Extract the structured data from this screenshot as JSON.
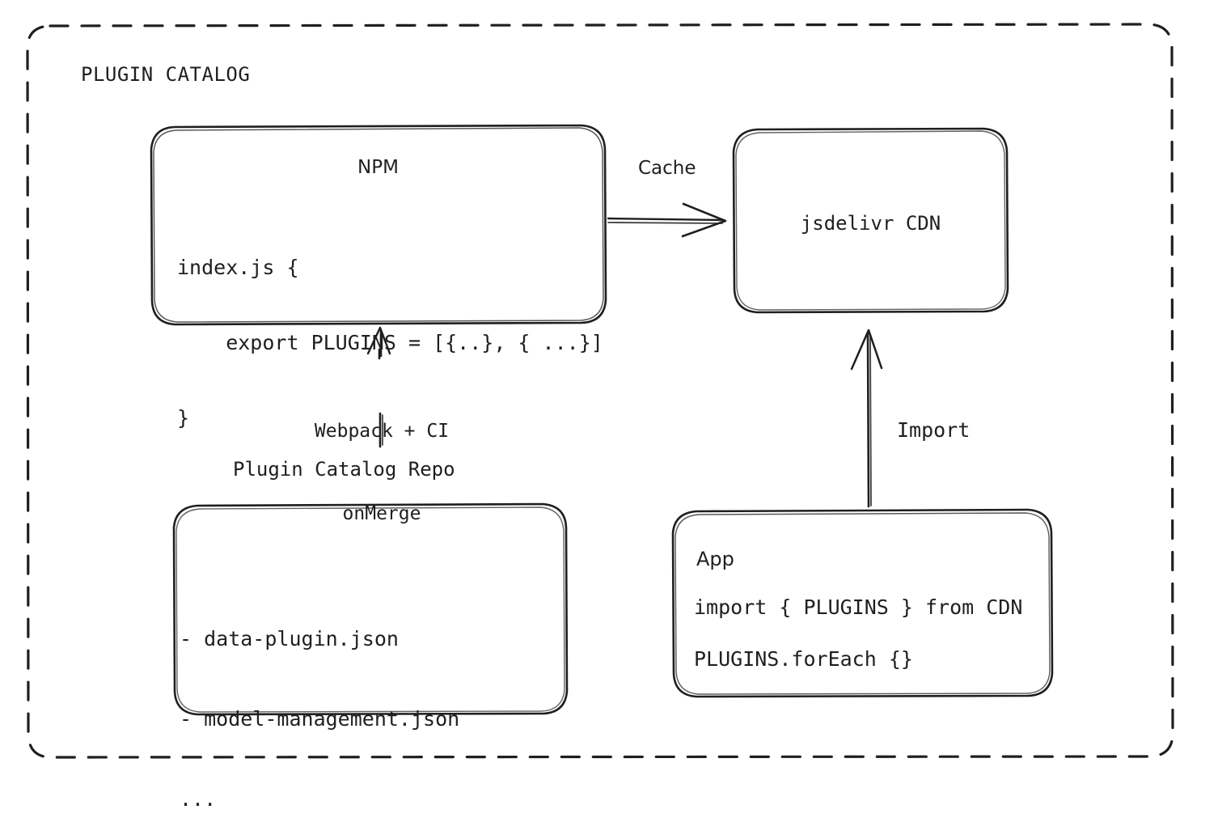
{
  "container": {
    "title": "PLUGIN CATALOG",
    "border_style": "dashed",
    "stroke_color": "#1f1f1f"
  },
  "nodes": {
    "npm": {
      "title": "NPM",
      "code_lines": [
        "index.js {",
        "    export PLUGINS = [{..}, { ...}]",
        "}"
      ]
    },
    "cdn": {
      "title": "jsdelivr CDN"
    },
    "repo": {
      "title": "Plugin Catalog Repo",
      "list_lines": [
        "- data-plugin.json",
        "- model-management.json",
        "..."
      ]
    },
    "app": {
      "title": "App",
      "line1": "import { PLUGINS } from CDN",
      "line2": "PLUGINS.forEach {}"
    }
  },
  "edges": {
    "cache": {
      "label": "Cache",
      "from": "npm",
      "to": "cdn"
    },
    "build": {
      "label": "Webpack + CI\nonMerge",
      "label_line1": "Webpack + CI",
      "label_line2": "onMerge",
      "from": "repo",
      "to": "npm"
    },
    "import": {
      "label": "Import",
      "from": "app",
      "to": "cdn"
    }
  }
}
